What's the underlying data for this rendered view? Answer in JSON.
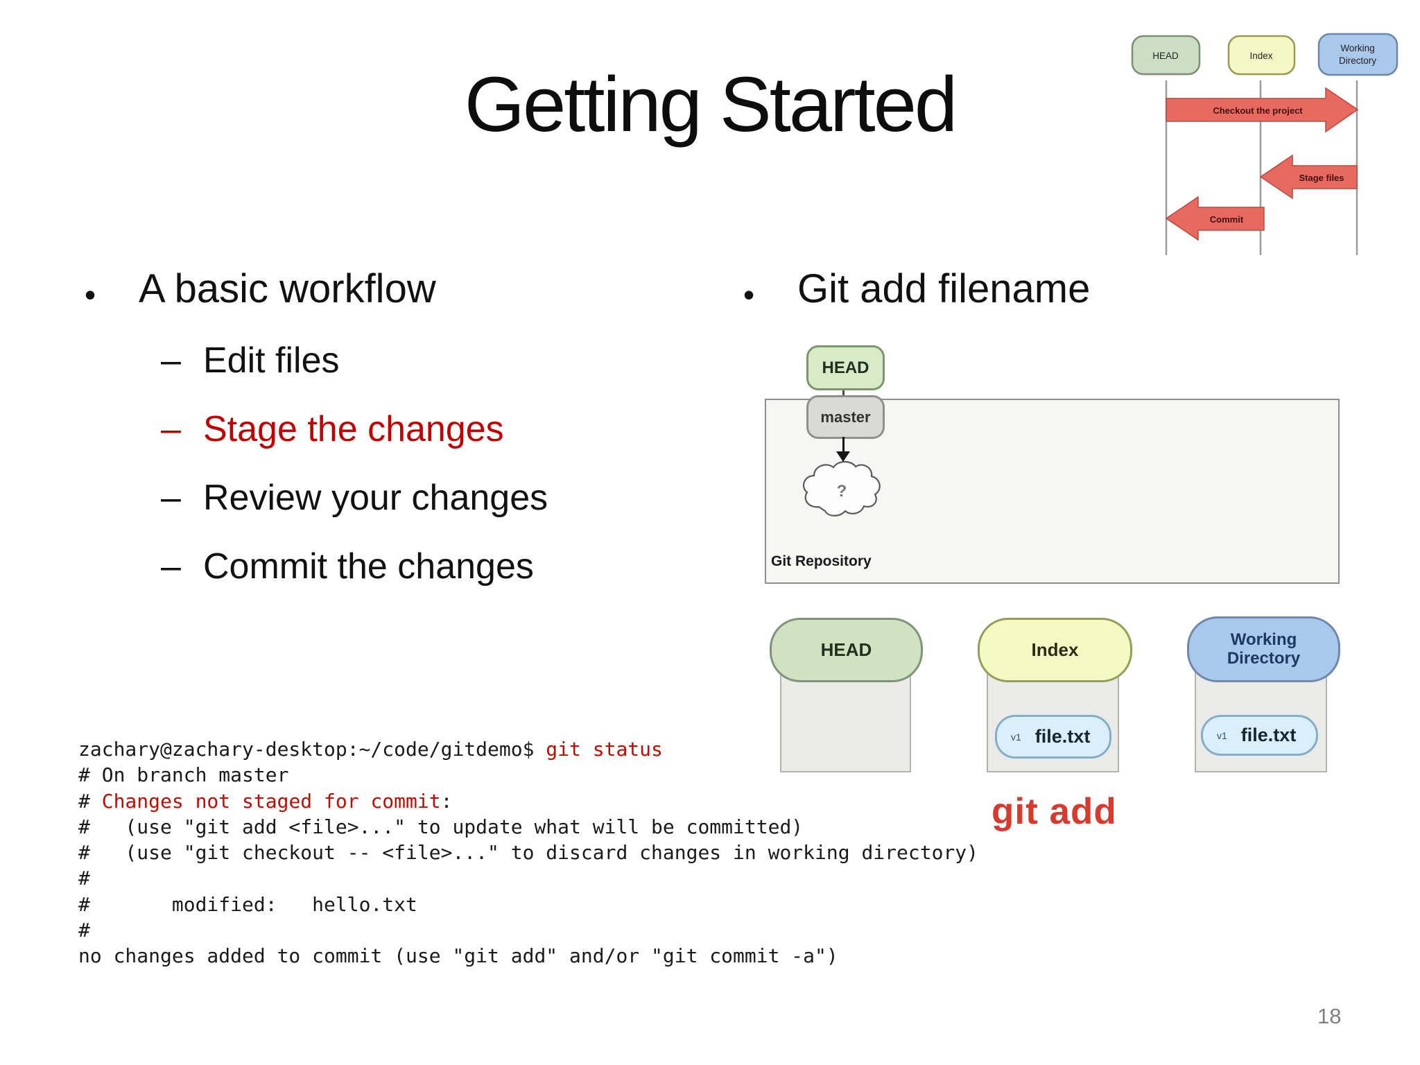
{
  "slide": {
    "title": "Getting Started",
    "page_number": "18"
  },
  "colors": {
    "bullet_highlight_red": "#c00000",
    "terminal_red": "#c00b00",
    "git_add_red": "#d63b30",
    "arrow_fill": "#e8695f",
    "arrow_stroke": "#b94a3e",
    "lane_green": "#ccdec4",
    "lane_yellow": "#f4f8c4",
    "lane_blue": "#a9c8ea"
  },
  "left_panel": {
    "bullet_glyph": "•",
    "dash_glyph": "–",
    "heading": "A basic workflow",
    "items": [
      {
        "label": "Edit files"
      },
      {
        "label": "Stage the changes"
      },
      {
        "label": "Review your changes"
      },
      {
        "label": "Commit the changes"
      }
    ]
  },
  "right_panel": {
    "bullet_glyph": "•",
    "heading": "Git add filename"
  },
  "sequence_diagram": {
    "lanes": [
      {
        "label": "HEAD"
      },
      {
        "label": "Index"
      },
      {
        "label": "Working Directory",
        "label_lines": [
          "Working",
          "Directory"
        ]
      }
    ],
    "arrows": [
      {
        "label": "Checkout the project",
        "direction": "right",
        "from": "HEAD",
        "to": "Working Directory"
      },
      {
        "label": "Stage files",
        "direction": "left",
        "from": "Working Directory",
        "to": "Index"
      },
      {
        "label": "Commit",
        "direction": "left",
        "from": "Index",
        "to": "HEAD"
      }
    ]
  },
  "repo_diagram": {
    "head": "HEAD",
    "branch": "master",
    "cloud": "?",
    "caption": "Git Repository"
  },
  "state_diagram": {
    "caption": "git add",
    "columns": [
      {
        "label": "HEAD"
      },
      {
        "label": "Index",
        "file": {
          "version": "v1",
          "name": "file.txt"
        }
      },
      {
        "label": "Working Directory",
        "file": {
          "version": "v1",
          "name": "file.txt"
        }
      }
    ]
  },
  "terminal": {
    "lines": [
      {
        "segments": [
          {
            "t": "zachary@zachary-desktop:~/code/gitdemo$ "
          },
          {
            "t": "git status",
            "red": true
          }
        ]
      },
      {
        "segments": [
          {
            "t": "# On branch master"
          }
        ]
      },
      {
        "segments": [
          {
            "t": "# "
          },
          {
            "t": "Changes not staged for commit",
            "red": true
          },
          {
            "t": ":"
          }
        ]
      },
      {
        "segments": [
          {
            "t": "#   (use \"git add <file>...\" to update what will be committed)"
          }
        ]
      },
      {
        "segments": [
          {
            "t": "#   (use \"git checkout -- <file>...\" to discard changes in working directory)"
          }
        ]
      },
      {
        "segments": [
          {
            "t": "#"
          }
        ]
      },
      {
        "segments": [
          {
            "t": "#       modified:   hello.txt"
          }
        ]
      },
      {
        "segments": [
          {
            "t": "#"
          }
        ]
      },
      {
        "segments": [
          {
            "t": "no changes added to commit (use \"git add\" and/or \"git commit -a\")"
          }
        ]
      }
    ]
  }
}
